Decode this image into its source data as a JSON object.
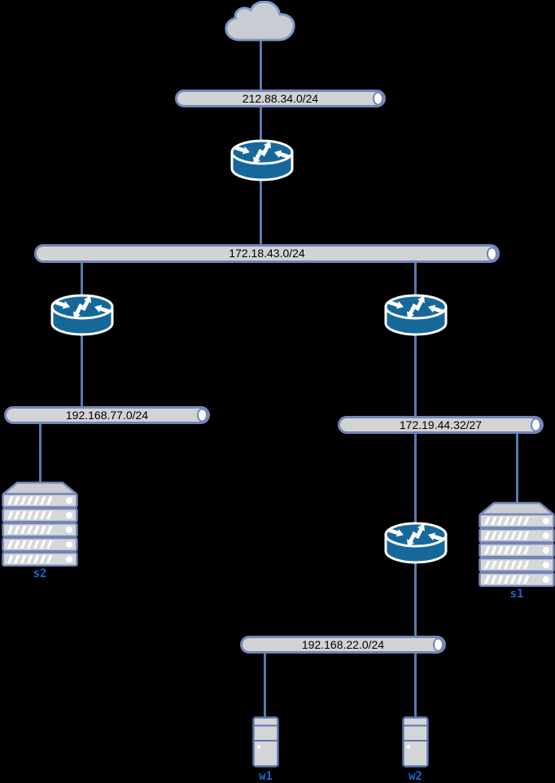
{
  "diagram_type": "network-topology",
  "colors": {
    "background": "#000000",
    "connection_line": "#5b79ad",
    "segment_fill": "#d2d3d5",
    "segment_border": "#7486b8",
    "segment_cap_fill": "#ffffff",
    "router_fill": "#17689a",
    "router_outline": "#ffffff",
    "device_fill": "#d6d7d9",
    "device_border": "#7486b8",
    "cloud_fill": "#c9ccd2",
    "cloud_border": "#7d98c6",
    "segment_label_color": "#000000",
    "device_label_color": "#1669d2"
  },
  "icons": {
    "cloud": "internet-cloud-icon",
    "router": "router-icon",
    "server": "server-rack-icon",
    "workstation": "tower-pc-icon"
  },
  "segments": [
    {
      "id": "segment-1",
      "label": "212.88.34.0/24"
    },
    {
      "id": "segment-2",
      "label": "172.18.43.0/24"
    },
    {
      "id": "segment-3",
      "label": "192.168.77.0/24"
    },
    {
      "id": "segment-4",
      "label": "172.19.44.32/27"
    },
    {
      "id": "segment-5",
      "label": "192.168.22.0/24"
    }
  ],
  "routers": [
    {
      "id": "router-1"
    },
    {
      "id": "router-2"
    },
    {
      "id": "router-3"
    },
    {
      "id": "router-4"
    }
  ],
  "servers": [
    {
      "id": "server-s2",
      "label": "s2"
    },
    {
      "id": "server-s1",
      "label": "s1"
    }
  ],
  "workstations": [
    {
      "id": "workstation-w1",
      "label": "w1"
    },
    {
      "id": "workstation-w2",
      "label": "w2"
    }
  ]
}
